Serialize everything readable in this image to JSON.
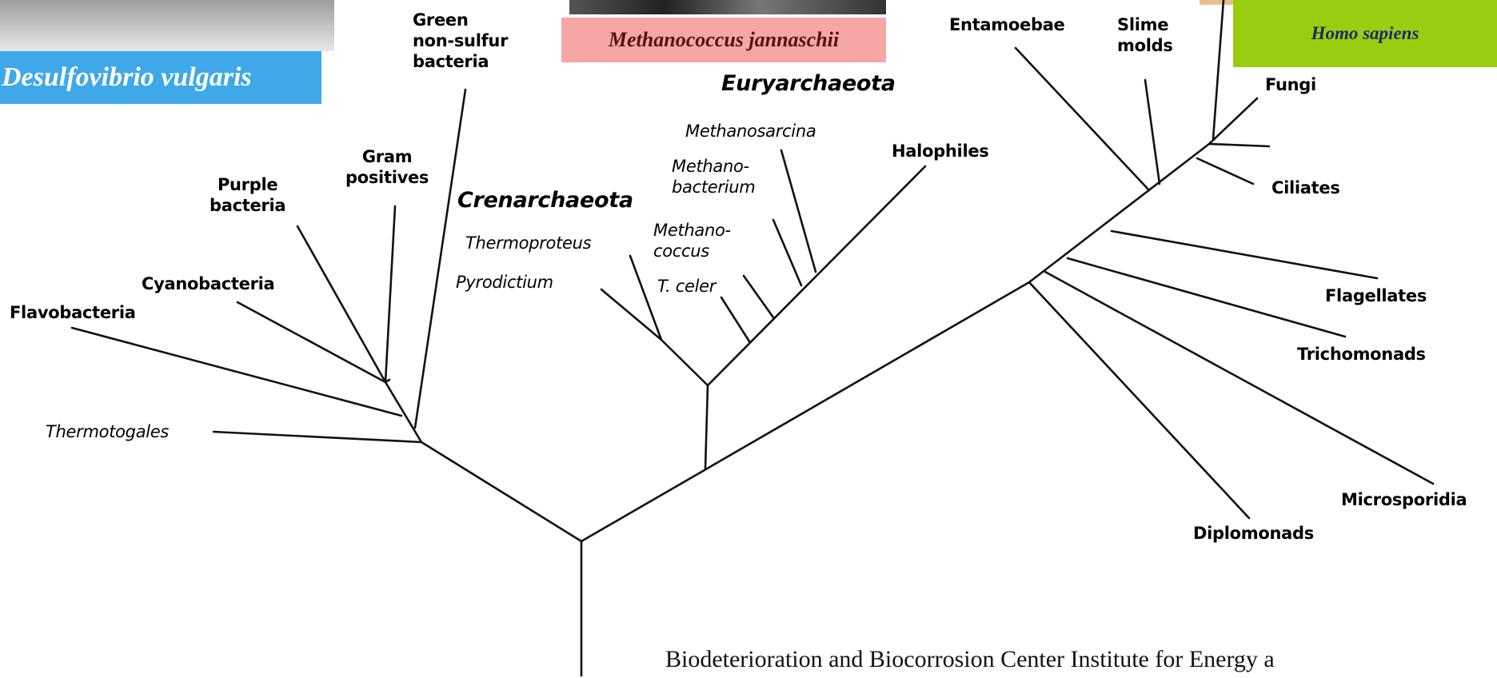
{
  "captions": {
    "desulfovibrio": "Desulfovibrio vulgaris",
    "methanococcus": "Methanococcus jannaschii",
    "homo": "Homo sapiens"
  },
  "caption_colors": {
    "desulfovibrio_bg": "#3fa8e8",
    "methanococcus_bg": "#f6a6a4",
    "homo_bg": "#9acd0f"
  },
  "domains": {
    "crenarchaeota": "Crenarchaeota",
    "euryarchaeota": "Euryarchaeota"
  },
  "taxa": {
    "flavobacteria": "Flavobacteria",
    "thermotogales": "Thermotogales",
    "cyanobacteria": "Cyanobacteria",
    "purple_bacteria": "Purple\nbacteria",
    "gram_positives": "Gram\npositives",
    "green_nonsulfur": "Green\nnon-sulfur\nbacteria",
    "thermoproteus": "Thermoproteus",
    "pyrodictium": "Pyrodictium",
    "t_celer": "T. celer",
    "methanococcus": "Methano-\ncoccus",
    "methanobacterium": "Methano-\nbacterium",
    "methanosarcina": "Methanosarcina",
    "halophiles": "Halophiles",
    "entamoebae": "Entamoebae",
    "slime_molds": "Slime\nmolds",
    "fungi": "Fungi",
    "ciliates": "Ciliates",
    "flagellates": "Flagellates",
    "trichomonads": "Trichomonads",
    "microsporidia": "Microsporidia",
    "diplomonads": "Diplomonads"
  },
  "footer": "Biodeterioration and Biocorrosion Center Institute for Energy a"
}
